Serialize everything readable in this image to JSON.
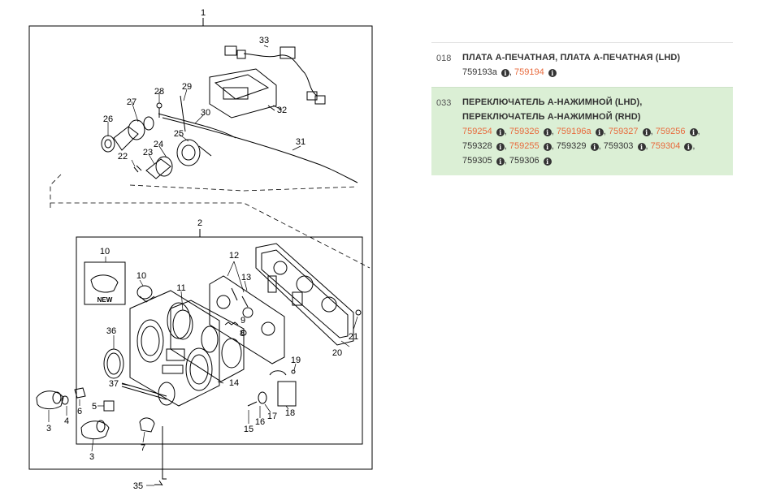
{
  "diagram": {
    "callouts": [
      {
        "id": "c1",
        "label": "1"
      },
      {
        "id": "c2",
        "label": "2"
      },
      {
        "id": "c3a",
        "label": "3"
      },
      {
        "id": "c3b",
        "label": "3"
      },
      {
        "id": "c4",
        "label": "4"
      },
      {
        "id": "c5",
        "label": "5"
      },
      {
        "id": "c6",
        "label": "6"
      },
      {
        "id": "c7",
        "label": "7"
      },
      {
        "id": "c8",
        "label": "8"
      },
      {
        "id": "c9",
        "label": "9"
      },
      {
        "id": "c10a",
        "label": "10"
      },
      {
        "id": "c10b",
        "label": "10"
      },
      {
        "id": "c11",
        "label": "11"
      },
      {
        "id": "c12",
        "label": "12"
      },
      {
        "id": "c13",
        "label": "13"
      },
      {
        "id": "c14",
        "label": "14"
      },
      {
        "id": "c15",
        "label": "15"
      },
      {
        "id": "c16",
        "label": "16"
      },
      {
        "id": "c17",
        "label": "17"
      },
      {
        "id": "c18",
        "label": "18"
      },
      {
        "id": "c19",
        "label": "19"
      },
      {
        "id": "c20",
        "label": "20"
      },
      {
        "id": "c21",
        "label": "21"
      },
      {
        "id": "c22",
        "label": "22"
      },
      {
        "id": "c23",
        "label": "23"
      },
      {
        "id": "c24",
        "label": "24"
      },
      {
        "id": "c25",
        "label": "25"
      },
      {
        "id": "c26",
        "label": "26"
      },
      {
        "id": "c27",
        "label": "27"
      },
      {
        "id": "c28",
        "label": "28"
      },
      {
        "id": "c29",
        "label": "29"
      },
      {
        "id": "c30",
        "label": "30"
      },
      {
        "id": "c31",
        "label": "31"
      },
      {
        "id": "c32",
        "label": "32"
      },
      {
        "id": "c33",
        "label": "33"
      },
      {
        "id": "c35",
        "label": "35"
      },
      {
        "id": "c36",
        "label": "36"
      },
      {
        "id": "c37",
        "label": "37"
      }
    ],
    "new_badge": "NEW"
  },
  "parts": [
    {
      "code": "018",
      "title": "ПЛАТА А-ПЕЧАТНАЯ, ПЛАТА А-ПЕЧАТНАЯ (LHD)",
      "highlighted": false,
      "numbers": [
        {
          "text": "759193a",
          "linked": false
        },
        {
          "text": "759194",
          "linked": true
        }
      ]
    },
    {
      "code": "033",
      "title": "ПЕРЕКЛЮЧАТЕЛЬ А-НАЖИМНОЙ (LHD), ПЕРЕКЛЮЧАТЕЛЬ А-НАЖИМНОЙ (RHD)",
      "highlighted": true,
      "numbers": [
        {
          "text": "759254",
          "linked": true
        },
        {
          "text": "759326",
          "linked": true
        },
        {
          "text": "759196a",
          "linked": true
        },
        {
          "text": "759327",
          "linked": true
        },
        {
          "text": "759256",
          "linked": true
        },
        {
          "text": "759328",
          "linked": false
        },
        {
          "text": "759255",
          "linked": true
        },
        {
          "text": "759329",
          "linked": false
        },
        {
          "text": "759303",
          "linked": false
        },
        {
          "text": "759304",
          "linked": true
        },
        {
          "text": "759305",
          "linked": false
        },
        {
          "text": "759306",
          "linked": false
        }
      ]
    }
  ],
  "info_icon_glyph": "i",
  "colors": {
    "link": "#e8693b",
    "highlight_bg": "#dbefd5",
    "text": "#333333"
  }
}
